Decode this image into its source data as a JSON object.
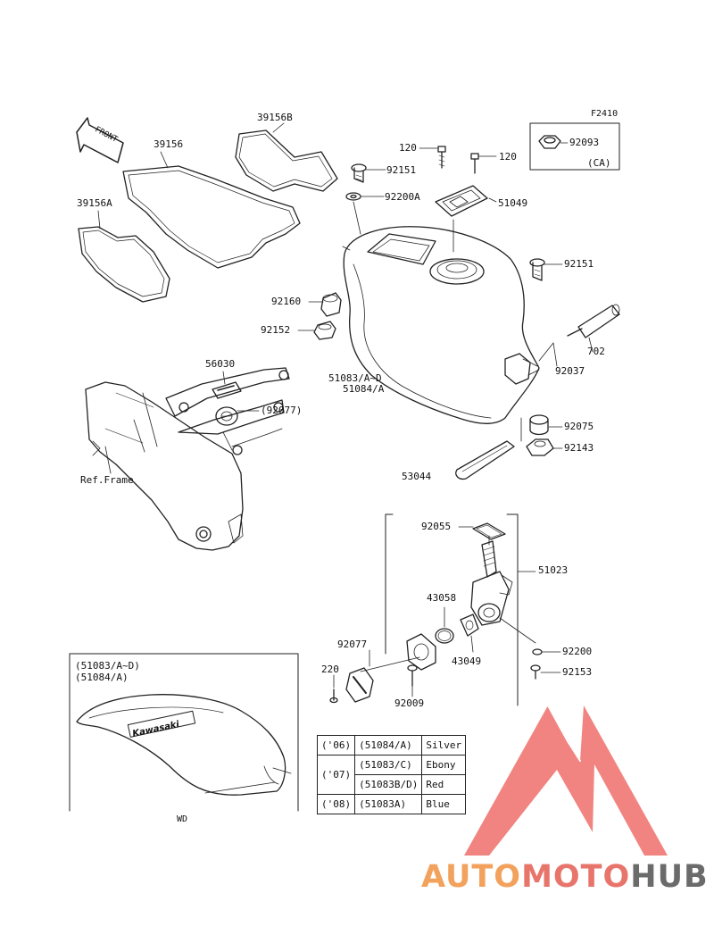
{
  "figure_code": "F2410",
  "front_label": "FRONT",
  "parts": {
    "p39156B": "39156B",
    "p39156": "39156",
    "p39156A": "39156A",
    "p120a": "120",
    "p120b": "120",
    "p92151a": "92151",
    "p92200A": "92200A",
    "p51049": "51049",
    "p92093": "92093",
    "ca_note": "(CA)",
    "p92151b": "92151",
    "p92160": "92160",
    "p92152": "92152",
    "p702": "702",
    "p92037": "92037",
    "p56030": "56030",
    "p92077a": "(92077)",
    "p51083": "51083/A~D",
    "p51084": "51084/A",
    "p92075": "92075",
    "p92143": "92143",
    "ref_frame": "Ref.Frame",
    "p53044": "53044",
    "p92055": "92055",
    "p51023": "51023",
    "p43058": "43058",
    "p43049": "43049",
    "p92077b": "92077",
    "p220": "220",
    "p92009": "92009",
    "p92200": "92200",
    "p92153": "92153"
  },
  "inset": {
    "line1": "(51083/A~D)",
    "line2": "(51084/A)",
    "logo": "Kawasaki",
    "caption": "WD"
  },
  "color_table": [
    [
      "('06)",
      "(51084/A)",
      "Silver"
    ],
    [
      "('07)",
      "(51083/C)",
      "Ebony"
    ],
    [
      "",
      "(51083B/D)",
      "Red"
    ],
    [
      "('08)",
      "(51083A)",
      "Blue"
    ]
  ],
  "watermark": {
    "part1": "AUTO",
    "part2": "MOTO",
    "part3": "HUB",
    "color1": "#f2a25c",
    "color2": "#e8756c",
    "color3": "#6b6b6b",
    "logo_color": "#ef6f6a"
  }
}
